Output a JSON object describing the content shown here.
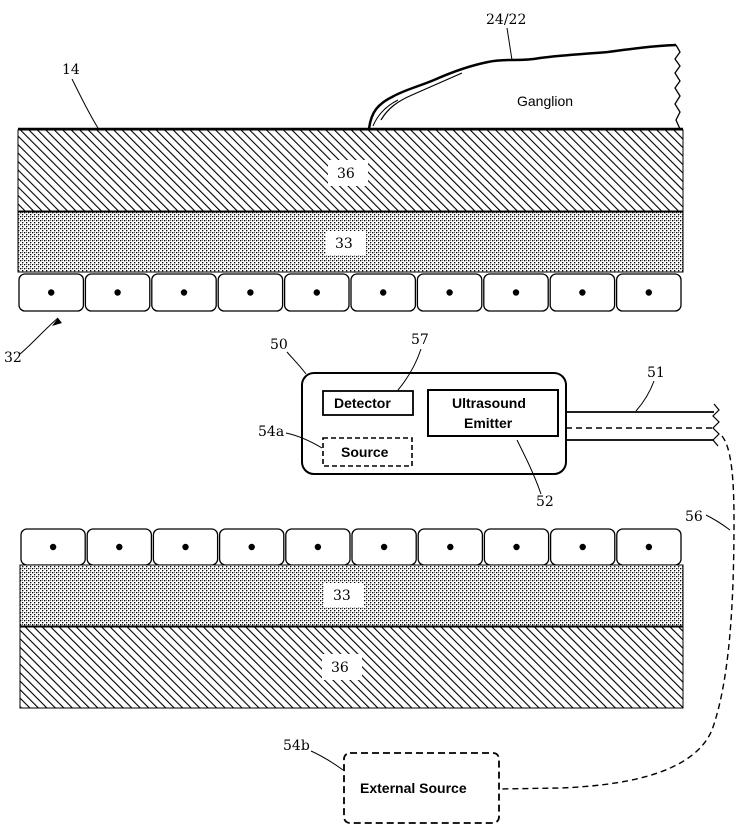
{
  "labels": {
    "ganglion_ref": "24/22",
    "ganglion": "Ganglion",
    "surface_ref": "14",
    "layer36_top": "36",
    "layer33_top": "33",
    "cells_ref": "32",
    "device_ref": "50",
    "detector_ref": "57",
    "detector": "Detector",
    "emitter_line1": "Ultrasound",
    "emitter_line2": "Emitter",
    "source_ref": "54a",
    "source": "Source",
    "cable_ref": "51",
    "emitter_ref": "52",
    "wire_ref": "56",
    "layer33_bottom": "33",
    "layer36_bottom": "36",
    "external_ref": "54b",
    "external_source": "External Source"
  },
  "cells_top_count": 10,
  "cells_bottom_count": 10
}
